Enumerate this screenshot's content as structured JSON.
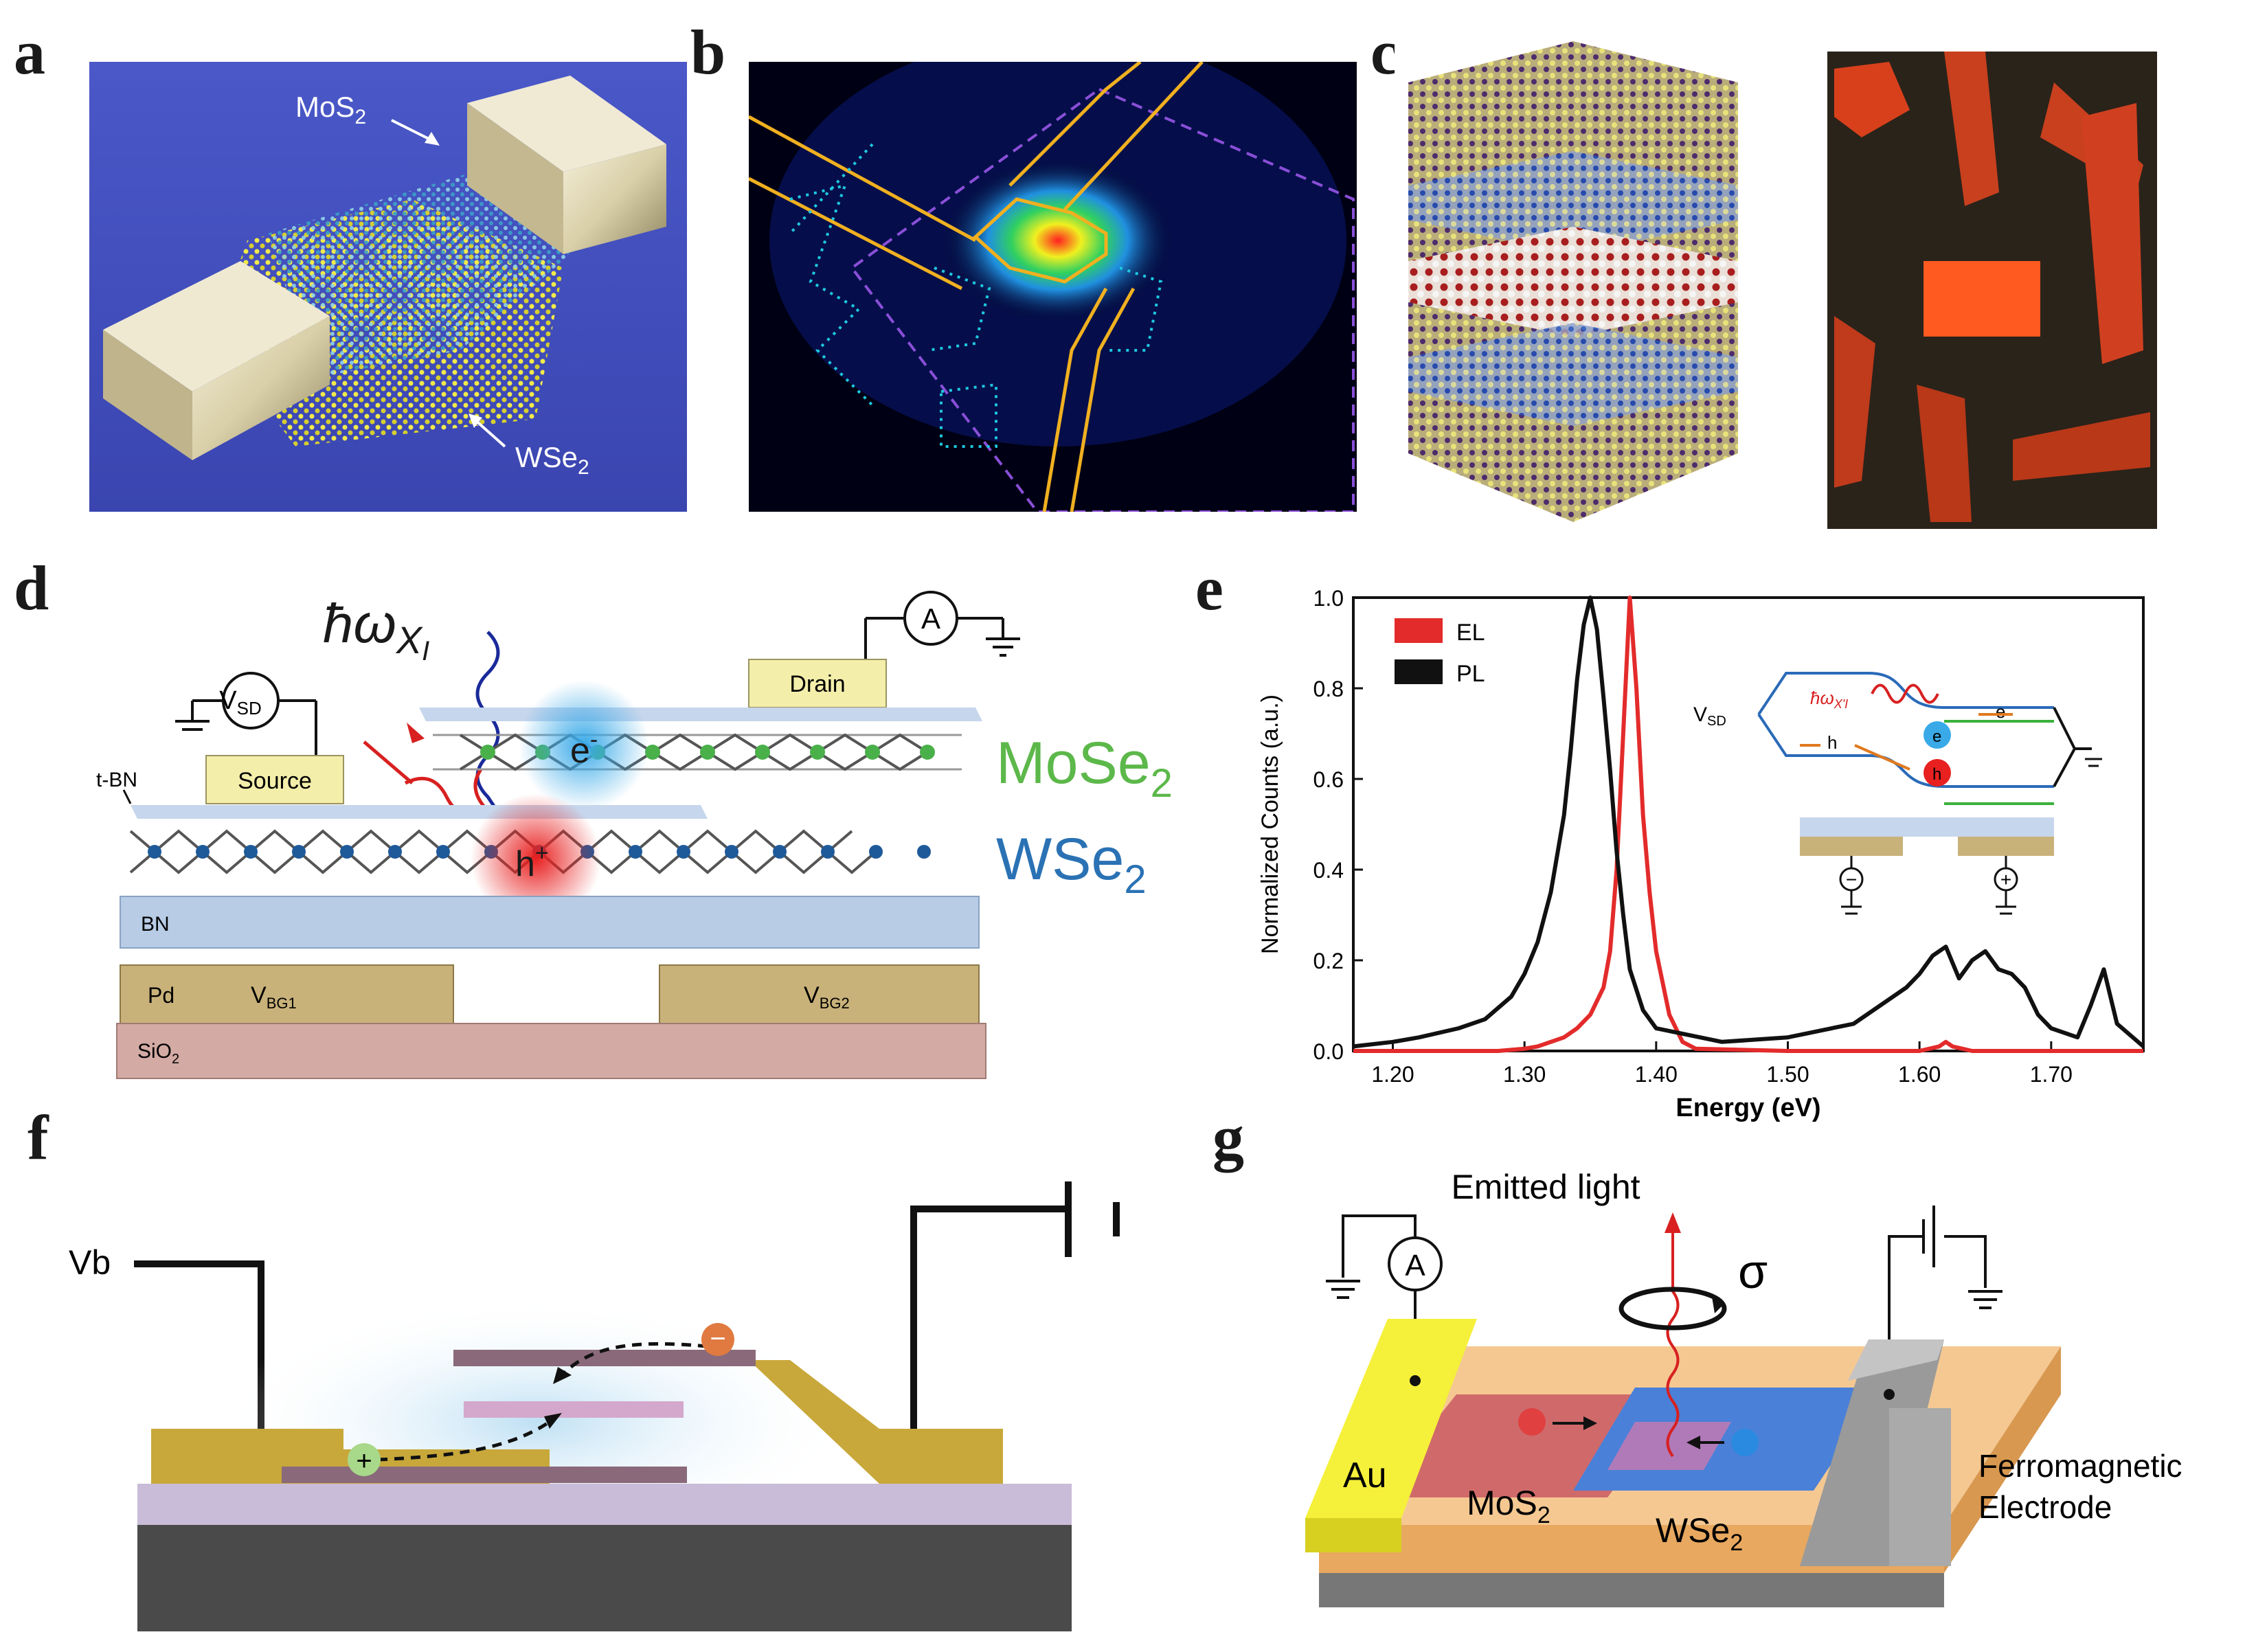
{
  "panel_labels": {
    "a": "a",
    "b": "b",
    "c": "c",
    "d": "d",
    "e": "e",
    "f": "f",
    "g": "g"
  },
  "panel_a": {
    "mos2_label": "MoS",
    "mos2_sub": "2",
    "wse2_label": "WSe",
    "wse2_sub": "2"
  },
  "panel_d": {
    "hbar_omega": "ħω",
    "hbar_sub": "X",
    "hbar_subsub": "I",
    "vsd": "V",
    "vsd_sub": "SD",
    "ammeter": "A",
    "tbn": "t-BN",
    "source": "Source",
    "drain": "Drain",
    "electron": "e",
    "electron_sup": "-",
    "hole": "h",
    "hole_sup": "+",
    "mose2": "MoSe",
    "mose2_sub": "2",
    "wse2": "WSe",
    "wse2_sub": "2",
    "bn": "BN",
    "pd": "Pd",
    "vbg1": "V",
    "vbg1_sub": "BG1",
    "vbg2": "V",
    "vbg2_sub": "BG2",
    "sio2": "SiO",
    "sio2_sub": "2"
  },
  "panel_e": {
    "inset_vsd": "V",
    "inset_vsd_sub": "SD",
    "inset_hw": "ħω",
    "inset_hw_sub": "X'I",
    "inset_e": "e",
    "inset_h": "h",
    "inset_e_right": "e",
    "inset_h_left": "h",
    "inset_minus": "−",
    "inset_plus": "+"
  },
  "panel_f": {
    "vb": "Vb",
    "plus": "+",
    "minus": "−"
  },
  "panel_g": {
    "emitted": "Emitted light",
    "sigma": "σ",
    "ammeter": "A",
    "au": "Au",
    "mos2": "MoS",
    "mos2_sub": "2",
    "wse2": "WSe",
    "wse2_sub": "2",
    "ferro1": "Ferromagnetic",
    "ferro2": "Electrode"
  },
  "colors": {
    "el": "#e32b2b",
    "pl": "#111111",
    "mose2_text": "#5cb84a",
    "wse2_text": "#2a72b4"
  },
  "chart_data": {
    "type": "line",
    "xlabel": "Energy (eV)",
    "ylabel": "Normalized Counts (a.u.)",
    "xlim": [
      1.17,
      1.77
    ],
    "ylim": [
      0.0,
      1.0
    ],
    "xticks": [
      "1.20",
      "1.30",
      "1.40",
      "1.50",
      "1.60",
      "1.70"
    ],
    "xtick_values": [
      1.2,
      1.3,
      1.4,
      1.5,
      1.6,
      1.7
    ],
    "yticks": [
      "0.0",
      "0.2",
      "0.4",
      "0.6",
      "0.8",
      "1.0"
    ],
    "ytick_values": [
      0.0,
      0.2,
      0.4,
      0.6,
      0.8,
      1.0
    ],
    "legend_position": "top-left",
    "series": [
      {
        "name": "EL",
        "color": "#e32b2b",
        "x": [
          1.17,
          1.28,
          1.3,
          1.31,
          1.32,
          1.33,
          1.34,
          1.35,
          1.36,
          1.365,
          1.37,
          1.375,
          1.38,
          1.385,
          1.39,
          1.395,
          1.4,
          1.41,
          1.42,
          1.43,
          1.5,
          1.6,
          1.615,
          1.62,
          1.625,
          1.64,
          1.77
        ],
        "y": [
          0.0,
          0.0,
          0.005,
          0.01,
          0.02,
          0.03,
          0.05,
          0.08,
          0.14,
          0.22,
          0.4,
          0.7,
          1.0,
          0.8,
          0.52,
          0.35,
          0.22,
          0.08,
          0.02,
          0.005,
          0.0,
          0.0,
          0.01,
          0.02,
          0.01,
          0.0,
          0.0
        ]
      },
      {
        "name": "PL",
        "color": "#111111",
        "x": [
          1.17,
          1.2,
          1.22,
          1.25,
          1.27,
          1.29,
          1.3,
          1.31,
          1.32,
          1.33,
          1.335,
          1.34,
          1.345,
          1.35,
          1.355,
          1.36,
          1.365,
          1.37,
          1.375,
          1.38,
          1.39,
          1.4,
          1.45,
          1.5,
          1.55,
          1.57,
          1.59,
          1.6,
          1.61,
          1.62,
          1.63,
          1.64,
          1.65,
          1.66,
          1.67,
          1.68,
          1.69,
          1.7,
          1.72,
          1.73,
          1.74,
          1.75,
          1.77
        ],
        "y": [
          0.01,
          0.02,
          0.03,
          0.05,
          0.07,
          0.12,
          0.17,
          0.24,
          0.35,
          0.52,
          0.66,
          0.82,
          0.94,
          1.0,
          0.93,
          0.78,
          0.62,
          0.44,
          0.3,
          0.18,
          0.09,
          0.05,
          0.02,
          0.03,
          0.06,
          0.1,
          0.14,
          0.17,
          0.21,
          0.23,
          0.16,
          0.2,
          0.22,
          0.18,
          0.17,
          0.14,
          0.08,
          0.05,
          0.03,
          0.1,
          0.18,
          0.06,
          0.01
        ]
      }
    ]
  }
}
